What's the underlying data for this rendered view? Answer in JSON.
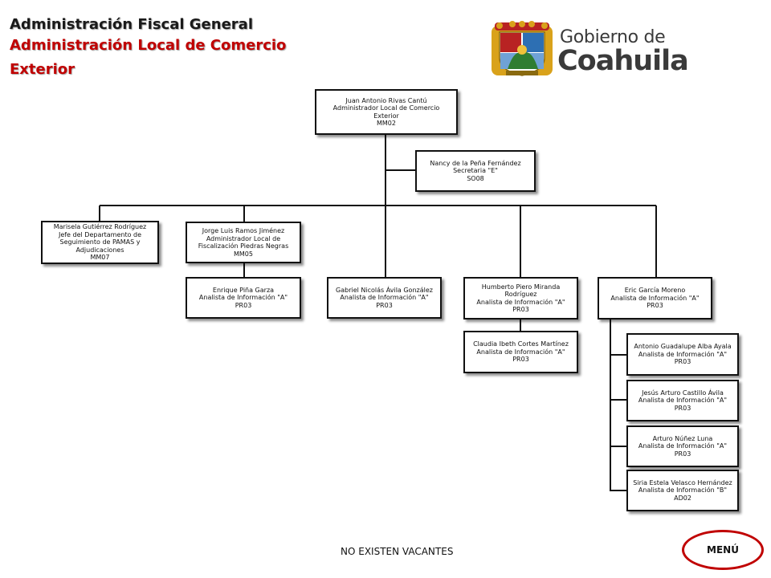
{
  "header": {
    "line1": "Administración Fiscal General",
    "line2": "Administración Local de Comercio",
    "line3": "Exterior"
  },
  "logo": {
    "line1": "Gobierno de",
    "line2": "Coahuila",
    "colors": {
      "gold": "#d9a21b",
      "red": "#b82323",
      "green": "#2f7d32",
      "blue": "#2d6fb3"
    }
  },
  "org": {
    "admin": {
      "name": "Juan Antonio Rivas Cantú",
      "role": "Administrador  Local de Comercio Exterior",
      "code": "MM02"
    },
    "secretaria": {
      "name": "Nancy de la Peña Fernández",
      "role": "Secretaria  \"E\"",
      "code": "SO08"
    },
    "marisela": {
      "name": "Marisela Gutiérrez  Rodríguez",
      "role": "Jefe del Departamento de Seguimiento de PAMAS y Adjudicaciones",
      "code": "MM07"
    },
    "jorge": {
      "name": "Jorge Luis Ramos Jiménez",
      "role": "Administrador  Local de Fiscalización  Piedras Negras",
      "code": "MM05"
    },
    "enrique": {
      "name": "Enrique  Piña Garza",
      "role": "Analista  de Información  \"A\"",
      "code": "PR03"
    },
    "gabriel": {
      "name": "Gabriel Nicolás Ávila González",
      "role": "Analista  de Información  \"A\"",
      "code": "PR03"
    },
    "humberto": {
      "name": "Humberto  Piero Miranda Rodríguez",
      "role": "Analista  de Información  \"A\"",
      "code": "PR03"
    },
    "claudia": {
      "name": "Claudia  Ibeth Cortes Martínez",
      "role": "Analista  de Información  \"A\"",
      "code": "PR03"
    },
    "eric": {
      "name": "Eric García  Moreno",
      "role": "Analista  de Información  \"A\"",
      "code": "PR03"
    },
    "antonio": {
      "name": "Antonio Guadalupe Alba Ayala",
      "role": "Analista  de Información  \"A\"",
      "code": "PR03"
    },
    "jesus": {
      "name": "Jesús Arturo  Castillo Ávila",
      "role": "Analista  de Información  \"A\"",
      "code": "PR03"
    },
    "arturo": {
      "name": "Arturo  Núñez Luna",
      "role": "Analista  de Información  \"A\"",
      "code": "PR03"
    },
    "siria": {
      "name": "Siria  Estela Velasco Hernández",
      "role": "Analista  de Información  \"B\"",
      "code": "AD02"
    }
  },
  "footer": {
    "status": "NO EXISTEN VACANTES",
    "menu_label": "MENÚ"
  }
}
